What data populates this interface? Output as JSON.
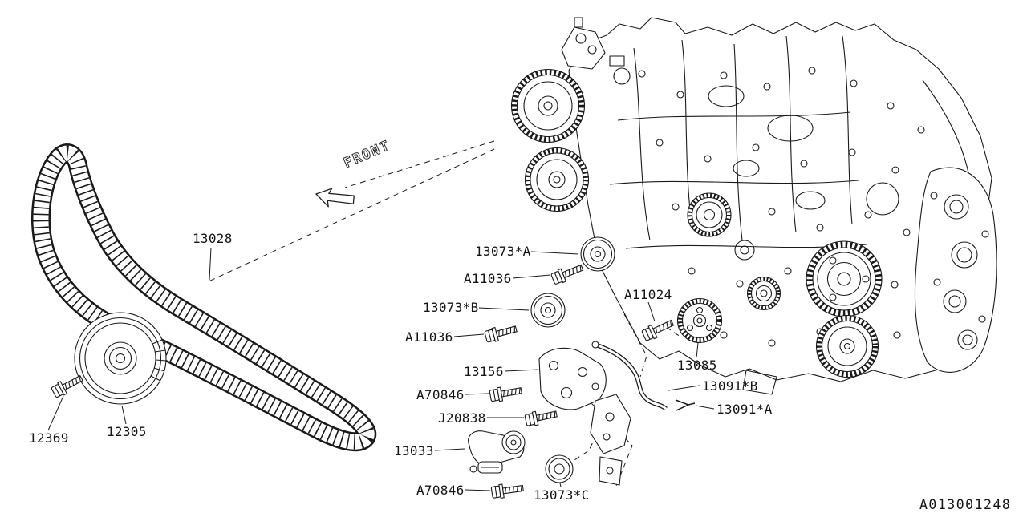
{
  "front_label": "FRONT",
  "drawing_number": "A013001248",
  "colors": {
    "background": "#ffffff",
    "line": "#1a1a1a"
  },
  "labels": [
    "13028",
    "12369",
    "12305",
    "13073*A",
    "A11036",
    "13073*B",
    "A11036",
    "A11024",
    "13085",
    "13156",
    "A70846",
    "J20838",
    "13033",
    "A70846",
    "13073*C",
    "13091*B",
    "13091*A"
  ]
}
